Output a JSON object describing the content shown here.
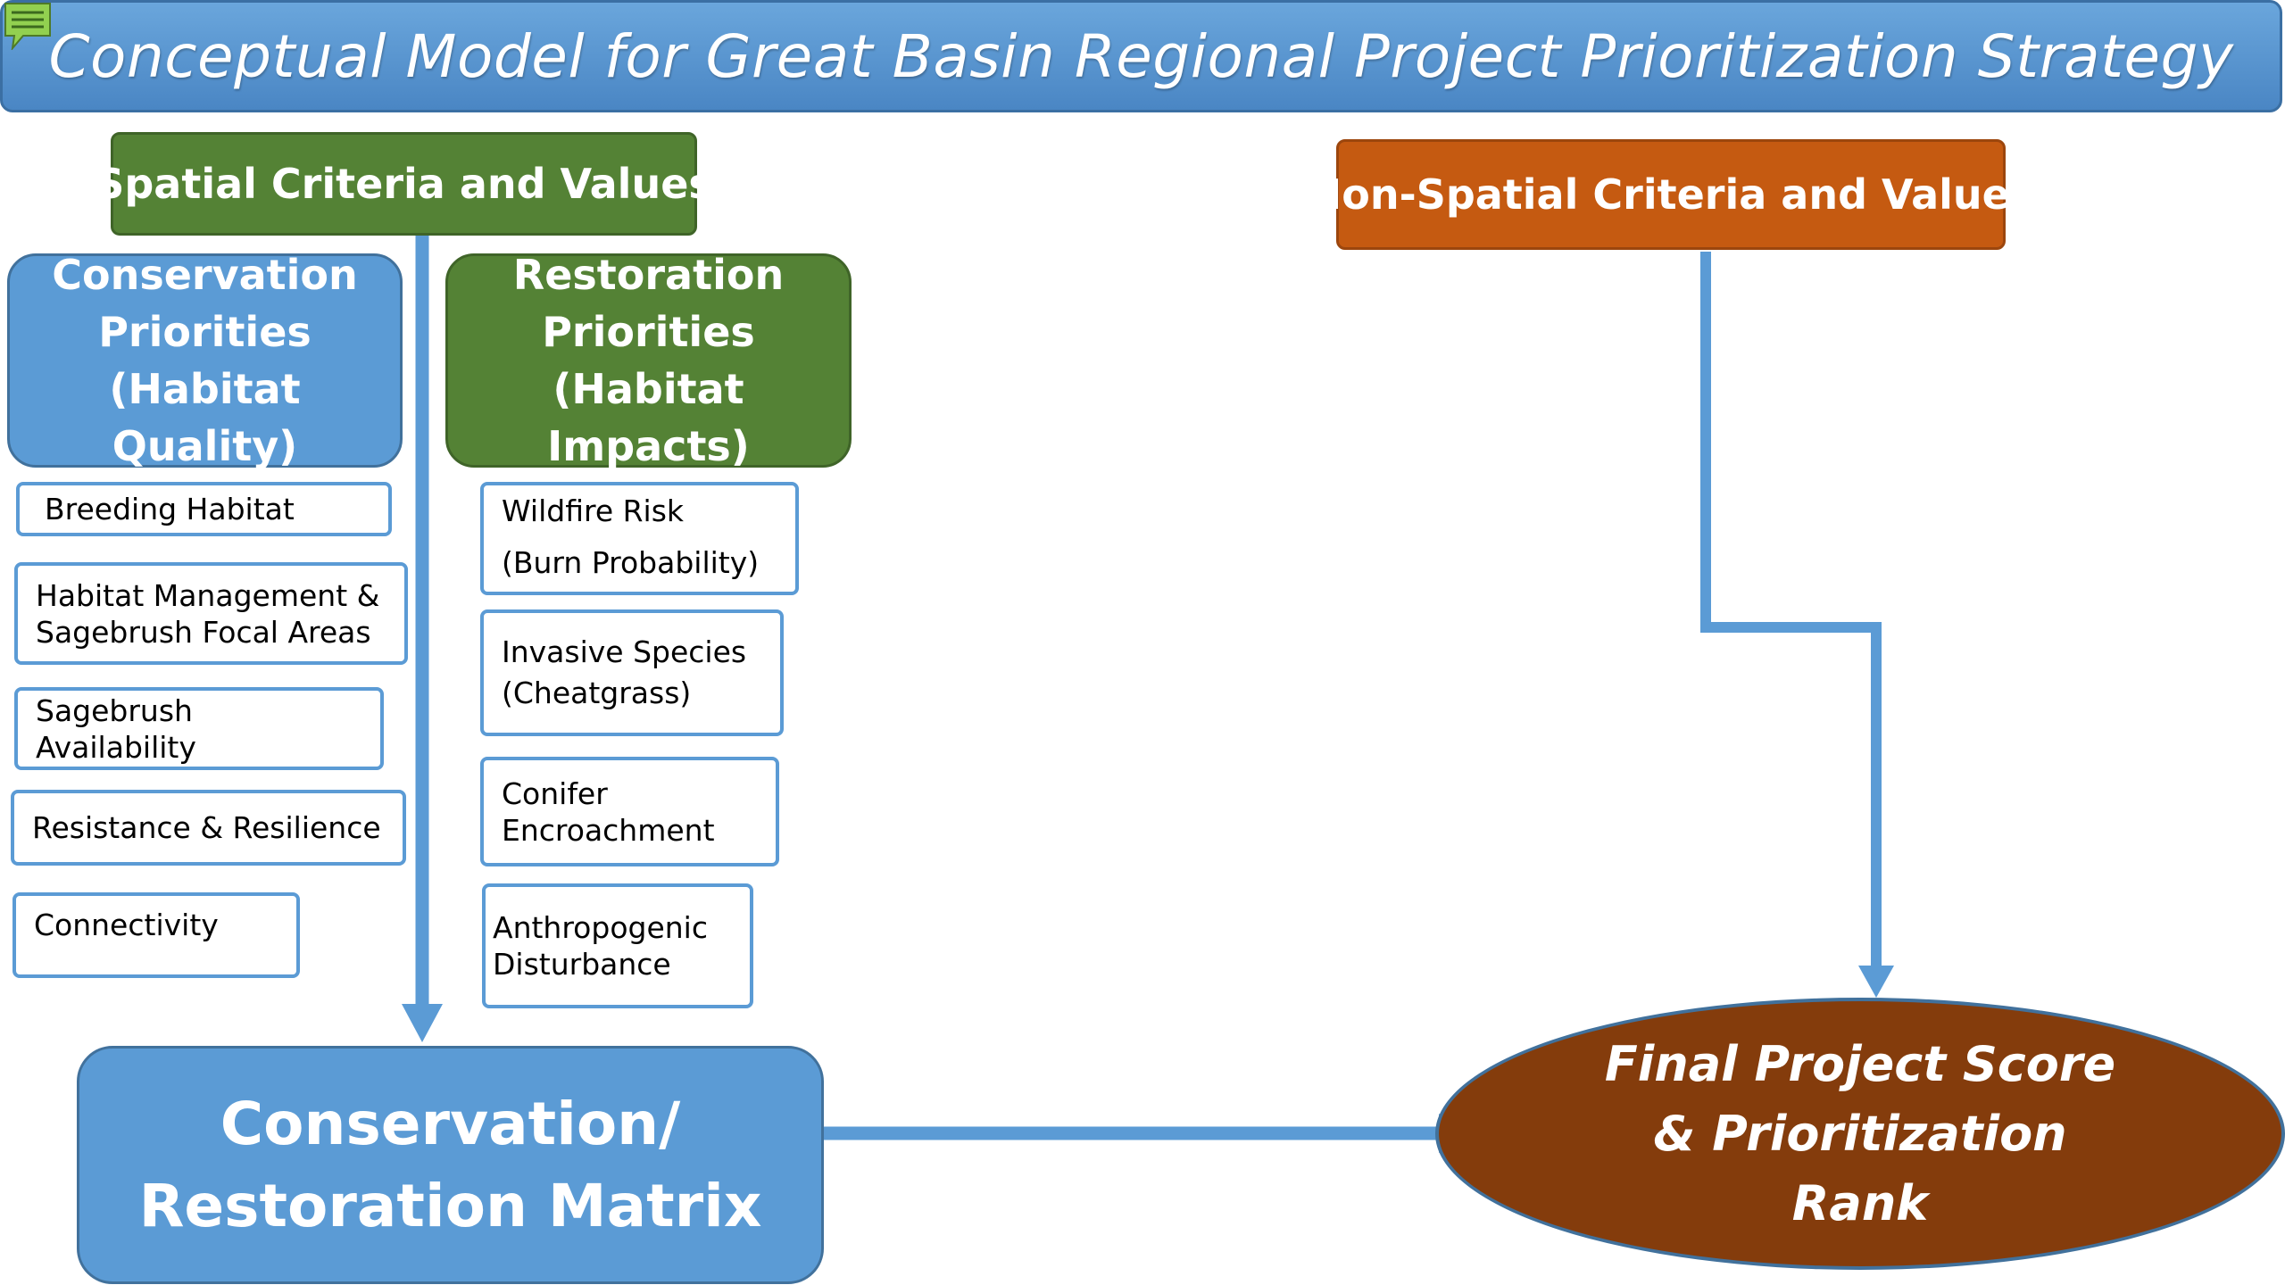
{
  "title": "Conceptual Model for Great Basin Regional Project Prioritization Strategy",
  "spatial_header": "Spatial Criteria and Values",
  "non_spatial_header": "Non-Spatial Criteria and Values",
  "conservation": {
    "title_lines": [
      "Conservation",
      "Priorities",
      "(Habitat Quality)"
    ],
    "criteria": [
      "Breeding Habitat",
      "Habitat Management &\nSagebrush Focal Areas",
      "Sagebrush Availability",
      "Resistance & Resilience",
      "Connectivity"
    ]
  },
  "restoration": {
    "title_lines": [
      "Restoration",
      "Priorities",
      "(Habitat Impacts)"
    ],
    "criteria": [
      "Wildfire Risk\n(Burn Probability)",
      "Invasive Species\n(Cheatgrass)",
      "Conifer\nEncroachment",
      "Anthropogenic\nDisturbance"
    ]
  },
  "matrix_lines": [
    "Conservation/",
    "Restoration Matrix"
  ],
  "final_lines": [
    "Final Project Score",
    "& Prioritization",
    "Rank"
  ],
  "colors": {
    "blue": "#5b9bd5",
    "green": "#548235",
    "orange": "#c55a11",
    "brown": "#843c0c"
  }
}
